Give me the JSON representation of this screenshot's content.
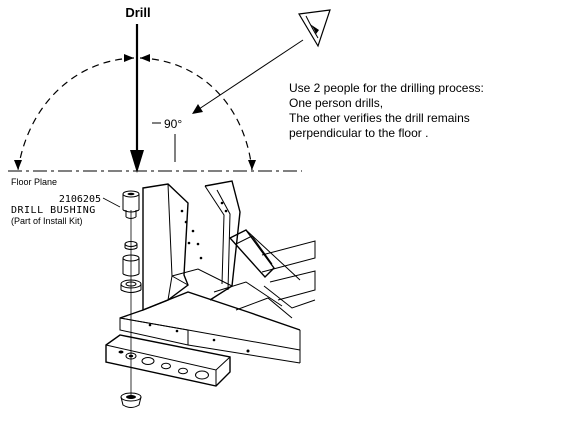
{
  "drill_label": "Drill",
  "angle_label": "90°",
  "instructions": [
    "Use 2 people for the drilling process:",
    "One person drills,",
    "The other verifies the drill remains",
    "perpendicular to the floor ."
  ],
  "floor_plane_label": "Floor Plane",
  "part_number": "2106205",
  "part_name": "DRILL BUSHING",
  "part_note": "(Part of Install Kit)",
  "icons": [
    "eye-icon"
  ],
  "colors": {
    "line": "#000000",
    "background": "#ffffff"
  }
}
